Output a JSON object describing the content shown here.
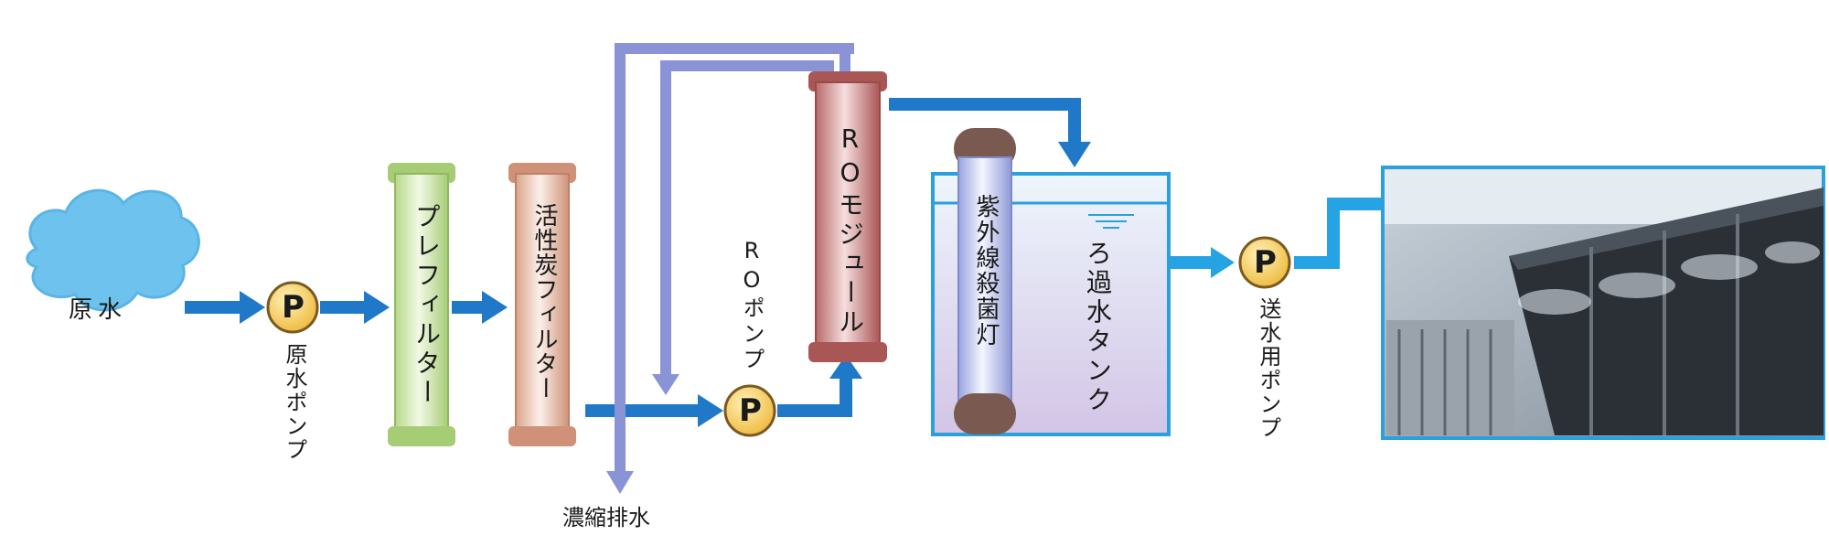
{
  "nodes": {
    "raw_water": "原水",
    "raw_water_pump": "原水ポンプ",
    "pre_filter": "プレフィルター",
    "activated_carbon_filter": "活性炭フィルター",
    "ro_pump": "ROポンプ",
    "ro_module": "ROモジュール",
    "uv_lamp": "紫外線殺菌灯",
    "filtered_water_tank": "ろ過水タンク",
    "supply_pump": "送水用ポンプ",
    "concentrate_drain": "濃縮排水",
    "pump_symbol": "P"
  },
  "colors": {
    "flow_blue": "#1f78c8",
    "concentrate_purple": "#8a93d6",
    "pump_fill": "#f4c24a",
    "tank_blue": "#dcecf8",
    "cloud_blue": "#6ec3ee"
  }
}
